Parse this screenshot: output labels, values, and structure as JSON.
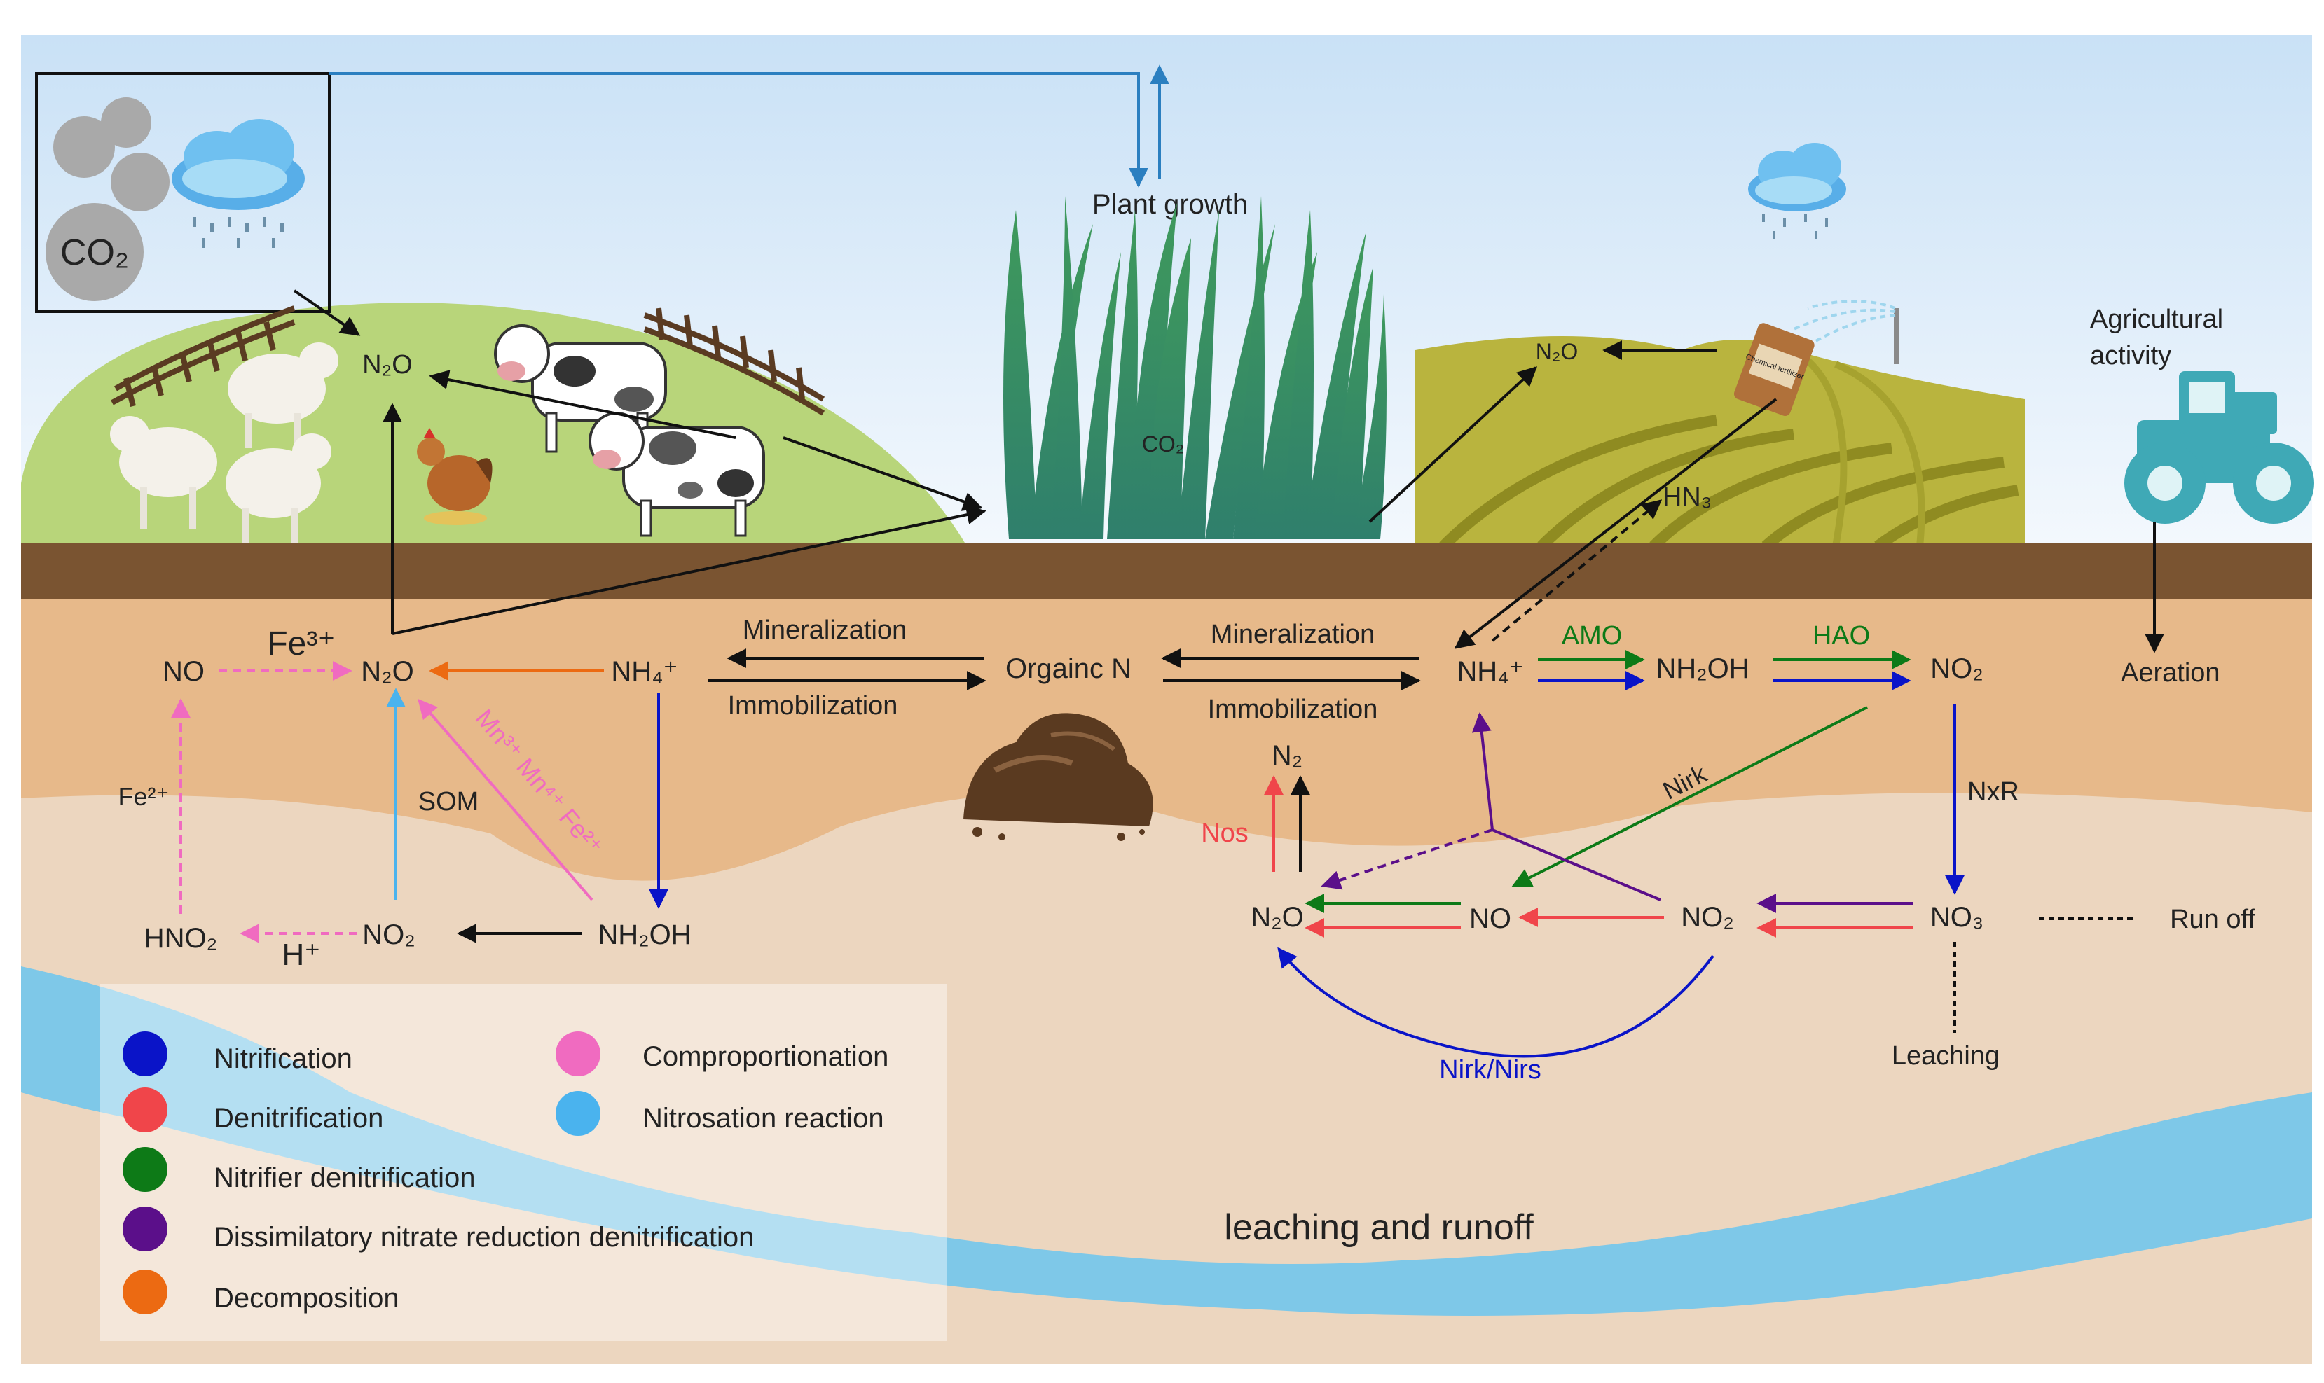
{
  "labels": {
    "sky_n2o": "N₂O",
    "co2_box": "CO₂",
    "plant_growth": "Plant growth",
    "plant_co2": "CO₂",
    "field_n2o": "N₂O",
    "hn3": "HN₃",
    "agri_line1": "Agricultural",
    "agri_line2": "activity",
    "aeration": "Aeration",
    "fertilizer_text": "Chemical fertilizer"
  },
  "nodes": {
    "no_left": "NO",
    "fe3": "Fe³⁺",
    "n2o_left": "N₂O",
    "nh4_left": "NH₄⁺",
    "fe2": "Fe²⁺",
    "som": "SOM",
    "mn_fe": "Mn³⁺ Mn⁴⁺ Fe²⁺",
    "hno2": "HNO₂",
    "h_plus": "H⁺",
    "no2_left": "NO₂",
    "nh2oh_left": "NH₂OH",
    "organic_n": "Orgainc N",
    "mineralization_l": "Mineralization",
    "immobilization_l": "Immobilization",
    "mineralization_r": "Mineralization",
    "immobilization_r": "Immobilization",
    "nh4_right": "NH₄⁺",
    "amo": "AMO",
    "nh2oh_right": "NH₂OH",
    "hao": "HAO",
    "no2_top": "NO₂",
    "n2": "N₂",
    "nos": "Nos",
    "nirk": "Nirk",
    "nxr": "NxR",
    "n2o_right": "N₂O",
    "no_right": "NO",
    "no2_right": "NO₂",
    "no3": "NO₃",
    "run_off": "Run off",
    "leaching": "Leaching",
    "nirk_nirs": "Nirk/Nirs",
    "leaching_runoff": "leaching and runoff"
  },
  "legend": [
    {
      "label": "Nitrification",
      "color": "#0a14c8"
    },
    {
      "label": "Denitrification",
      "color": "#f0454a"
    },
    {
      "label": "Nitrifier denitrification",
      "color": "#0d7a17"
    },
    {
      "label": "Dissimilatory nitrate reduction denitrification",
      "color": "#5b0f8a"
    },
    {
      "label": "Decomposition",
      "color": "#ec6a12"
    },
    {
      "label": "Comproportionation",
      "color": "#f06bc0"
    },
    {
      "label": "Nitrosation reaction",
      "color": "#4ab3ee"
    }
  ],
  "colors": {
    "sky_top": "#cfe4f7",
    "sky_bottom": "#eef6fd",
    "hill": "#b8d57a",
    "field": "#b9b43e",
    "topsoil": "#7a5431",
    "soil_mid": "#e7b98a",
    "soil_low": "#ecd6bf",
    "water": "#7ec8e8",
    "nitrification": "#0a14c8",
    "denitrification": "#f0454a",
    "nitrifier_denitrification": "#0d7a17",
    "dnra": "#5b0f8a",
    "decomposition": "#ec6a12",
    "comproportionation": "#f06bc0",
    "nitrosation": "#4ab3ee"
  },
  "icons": [
    "rain-cloud-icon",
    "sheep-icon",
    "cow-icon",
    "chicken-icon",
    "fence-icon",
    "grass-icon",
    "fertilizer-bag-icon",
    "sprinkler-icon",
    "tractor-icon",
    "soil-pile-icon"
  ]
}
